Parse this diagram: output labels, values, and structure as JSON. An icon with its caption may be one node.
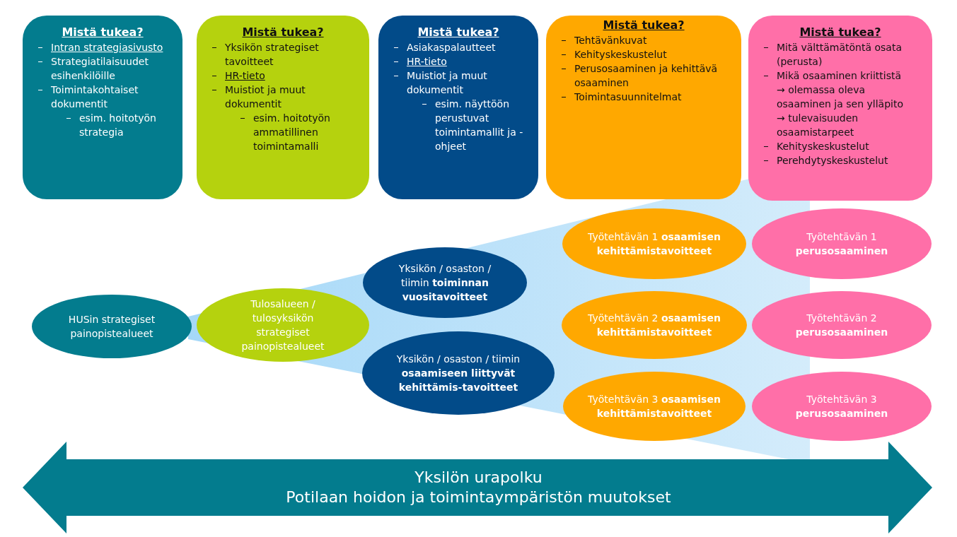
{
  "diagram": {
    "nodes": [
      {
        "text": [
          "Mistä tukea?",
          "Intran strategiasivusto",
          "Strategiatilaisuudet esihenkilöille",
          "Toimintakohtaiset dokumentit",
          "esim. hoitotyön strategia"
        ]
      },
      {
        "text": [
          "Mistä tukea?",
          "Yksikön strategiset tavoitteet",
          "HR-tieto",
          "Muistiot ja muut dokumentit",
          "esim. hoitotyön ammatillinen toimintamalli"
        ]
      },
      {
        "text": [
          "Mistä tukea?",
          "Asiakaspalautteet",
          "HR-tieto",
          "Muistiot ja muut dokumentit",
          "esim. näyttöön perustuvat toimintamallit ja -ohjeet"
        ]
      },
      {
        "text": [
          "Mistä tukea?",
          "Tehtävänkuvat",
          "Kehityskeskustelut",
          "Perusosaaminen ja kehittävä osaaminen",
          "Toimintasuunnitelmat"
        ]
      },
      {
        "text": [
          "Mistä tukea?",
          "Mitä välttämätöntä osata (perusta)",
          "Mikä osaaminen kriittistä",
          "→ olemassa oleva osaaminen ja sen ylläpito",
          "→ tulevaisuuden osaamistarpeet",
          "Kehityskeskustelut",
          "Perehdytyskeskustelut"
        ]
      },
      {
        "text": [
          "HUSin strategiset painopistealueet"
        ]
      },
      {
        "text": [
          "Tulosalueen / tulosyksikön strategiset painopistealueet"
        ]
      },
      {
        "text": [
          "Yksikön / osaston / tiimin **toiminnan vuositavoitteet**"
        ]
      },
      {
        "text": [
          "Yksikön / osaston / tiimin **osaamiseen liittyvät kehittämis-tavoitteet**"
        ]
      },
      {
        "text": [
          "Työtehtävän 1 **osaamisen kehittämistavoitteet**"
        ]
      },
      {
        "text": [
          "Työtehtävän 2 **osaamisen kehittämistavoitteet**"
        ]
      },
      {
        "text": [
          "Työtehtävän 3 **osaamisen kehittämistavoitteet**"
        ]
      },
      {
        "text": [
          "Työtehtävän 1 **perusosaaminen**"
        ]
      },
      {
        "text": [
          "Työtehtävän 2 **perusosaaminen**"
        ]
      },
      {
        "text": [
          "Työtehtävän 3 **perusosaaminen**"
        ]
      },
      {
        "text": [
          "Yksilön urapolku",
          "Potilaan hoidon ja toimintaympäristön muutokset"
        ]
      }
    ]
  }
}
